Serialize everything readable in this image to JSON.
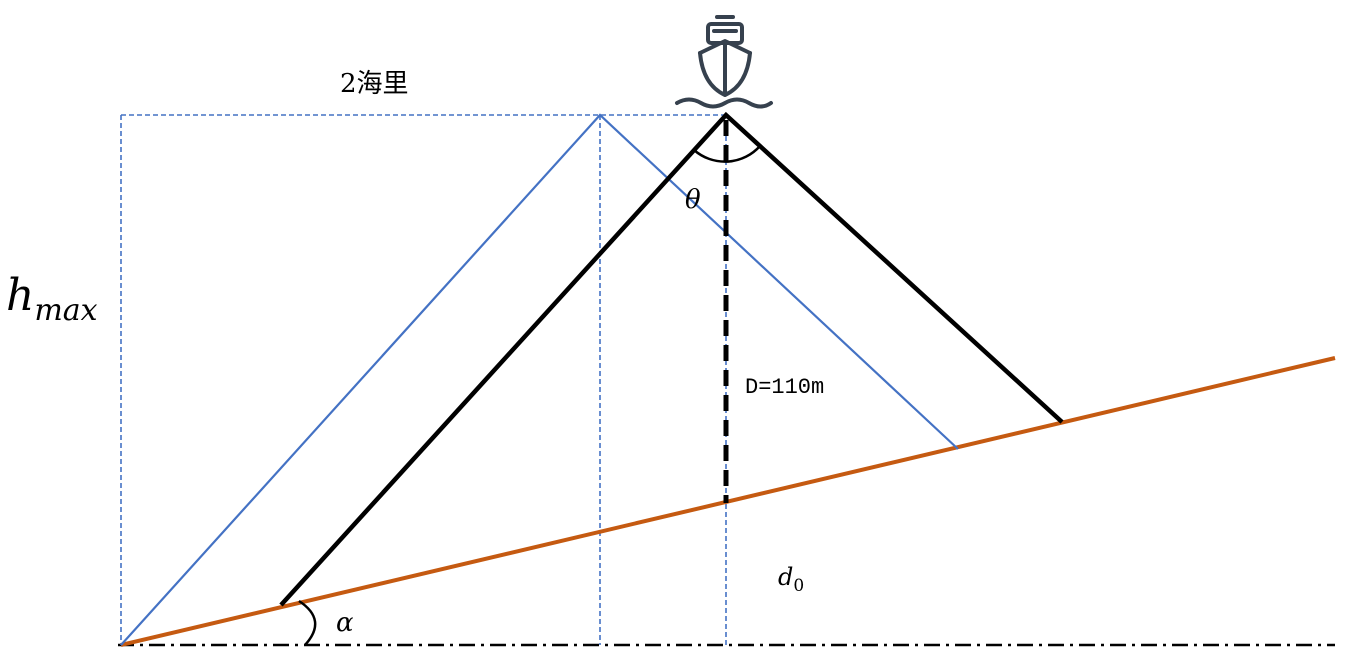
{
  "labels": {
    "distance": "2海里",
    "hmax_main": "h",
    "hmax_sub": "max",
    "depth": "D=110m",
    "theta": "θ",
    "d0_main": "d",
    "d0_sub": "0",
    "alpha": "α"
  },
  "icons": {
    "ship": "ship-icon"
  },
  "colors": {
    "seabed": "#C55A11",
    "blue_beam": "#4472C4",
    "guide": "#4472C4",
    "black_beam": "#000000"
  }
}
